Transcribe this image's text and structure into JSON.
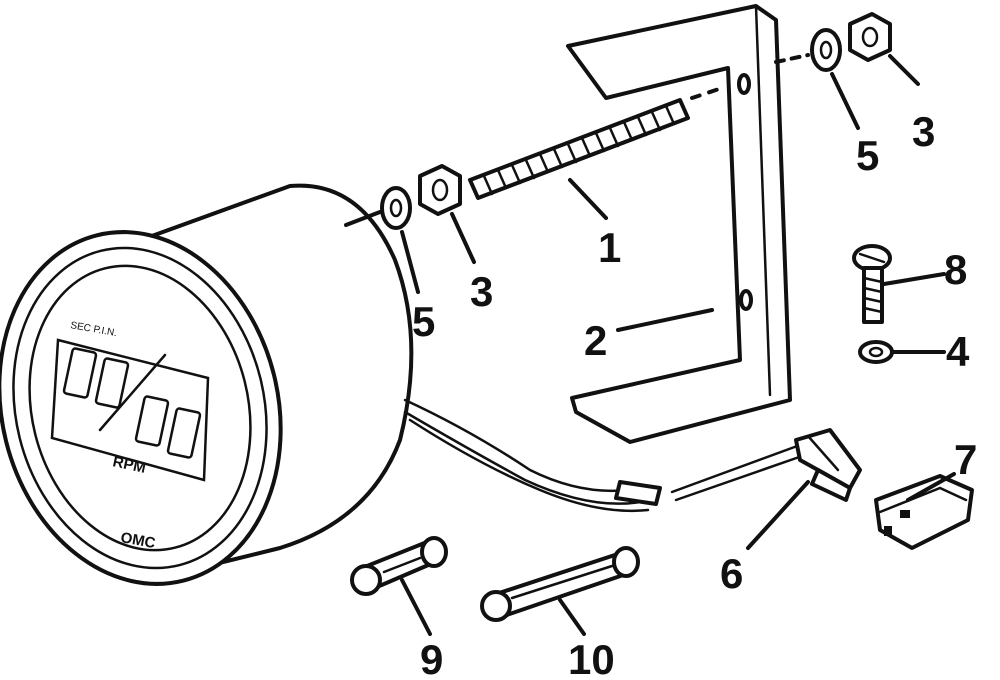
{
  "callouts": {
    "c1": "1",
    "c2": "2",
    "c3_left": "3",
    "c3_right": "3",
    "c4": "4",
    "c5_left": "5",
    "c5_right": "5",
    "c6": "6",
    "c7": "7",
    "c8": "8",
    "c9": "9",
    "c10": "10"
  },
  "gauge": {
    "header": "SEC P.I.N.",
    "unit": "RPM",
    "brand": "OMC"
  }
}
